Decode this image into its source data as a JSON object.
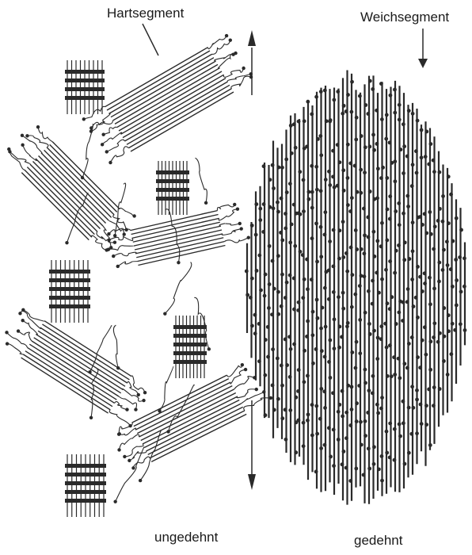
{
  "labels": {
    "hard_segment": "Hartsegment",
    "soft_segment": "Weichsegment",
    "unstretched": "ungedehnt",
    "stretched": "gedehnt"
  },
  "colors": {
    "ink": "#2a2a2a",
    "background": "#ffffff"
  }
}
